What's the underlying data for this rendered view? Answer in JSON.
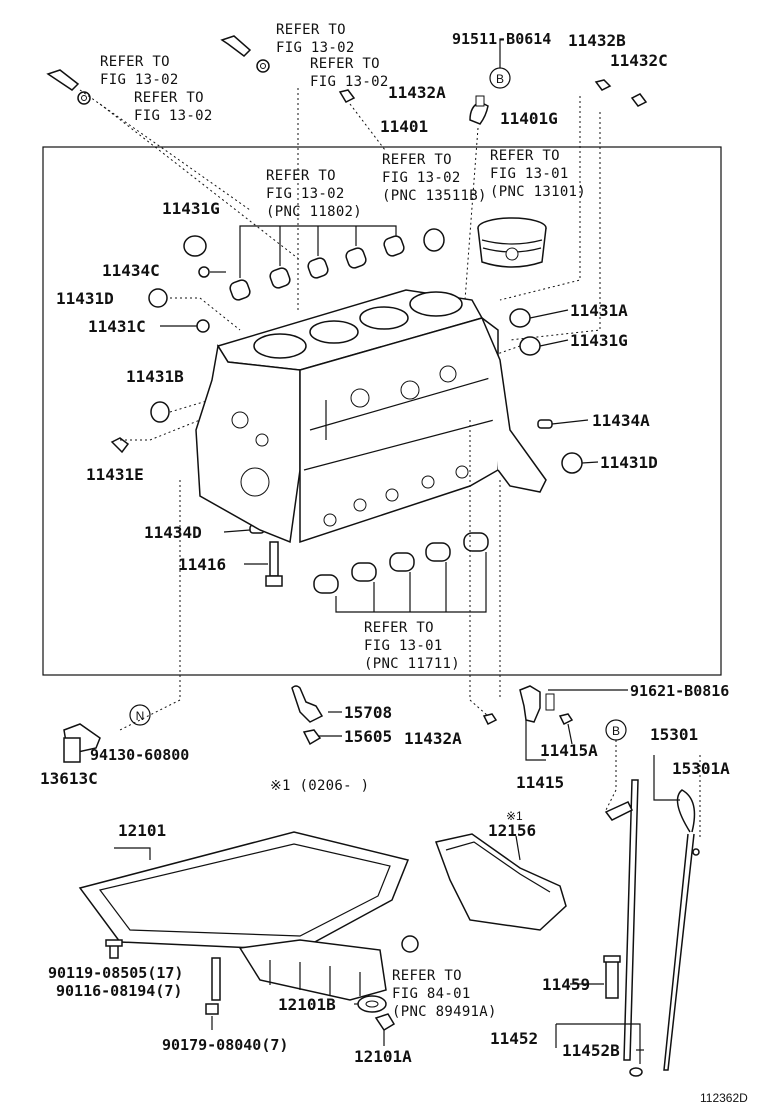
{
  "figure_id": "112362D",
  "refs": {
    "r1": [
      "REFER TO",
      "FIG 13-02"
    ],
    "r2": [
      "REFER TO",
      "FIG 13-02"
    ],
    "r3": [
      "REFER TO",
      "FIG 13-02"
    ],
    "r4": [
      "REFER TO",
      "FIG 13-02"
    ],
    "r5": [
      "REFER TO",
      "FIG 13-02",
      "(PNC 11802)"
    ],
    "r6": [
      "REFER TO",
      "FIG 13-02",
      "(PNC 13511B)"
    ],
    "r7": [
      "REFER TO",
      "FIG 13-01",
      "(PNC 13101)"
    ],
    "r8": [
      "REFER TO",
      "FIG 13-01",
      "(PNC 11711)"
    ],
    "r9": [
      "REFER TO",
      "FIG 84-01",
      "(PNC 89491A)"
    ]
  },
  "parts": {
    "p91511": "91511-B0614",
    "p11432B": "11432B",
    "p11432C": "11432C",
    "p11432A_top": "11432A",
    "p11401": "11401",
    "p11401G": "11401G",
    "p11431G_l": "11431G",
    "p11434C": "11434C",
    "p11431D_l": "11431D",
    "p11431C": "11431C",
    "p11431B": "11431B",
    "p11431E": "11431E",
    "p11431A": "11431A",
    "p11431G_r": "11431G",
    "p11434A": "11434A",
    "p11431D_r": "11431D",
    "p11434D": "11434D",
    "p11416": "11416",
    "p15708": "15708",
    "p15605": "15605",
    "p11432A_bot": "11432A",
    "p91621": "91621-B0816",
    "p11415A": "11415A",
    "p11415": "11415",
    "p15301": "15301",
    "p15301A": "15301A",
    "p94130": "94130-60800",
    "p13613C": "13613C",
    "p12101": "12101",
    "p12156": "12156",
    "p90119": "90119-08505(17)",
    "p90116": "90116-08194(7)",
    "p12101B": "12101B",
    "p90179": "90179-08040(7)",
    "p12101A": "12101A",
    "p11459": "11459",
    "p11452": "11452",
    "p11452B": "11452B"
  },
  "badges": {
    "b_top": "B",
    "n_mid": "N",
    "b_right": "B"
  },
  "notes": {
    "n1": "※1 (0206-        )",
    "star1": "※1"
  }
}
